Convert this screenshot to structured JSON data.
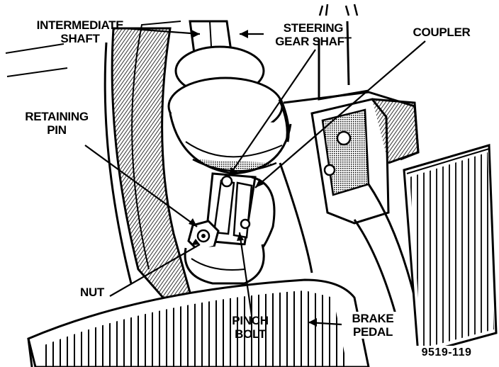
{
  "labels": {
    "intermediate_shaft": [
      "INTERMEDIATE",
      "SHAFT"
    ],
    "steering_gear_shaft": [
      "STEERING",
      "GEAR SHAFT"
    ],
    "coupler": "COUPLER",
    "retaining_pin": [
      "RETAINING",
      "PIN"
    ],
    "nut": "NUT",
    "pinch_bolt": [
      "PINCH",
      "BOLT"
    ],
    "brake_pedal": [
      "BRAKE",
      "PEDAL"
    ]
  },
  "figure_number": "9519-119",
  "colors": {
    "ink": "#000000",
    "paper": "#ffffff",
    "shade": "#6b6b6b"
  }
}
